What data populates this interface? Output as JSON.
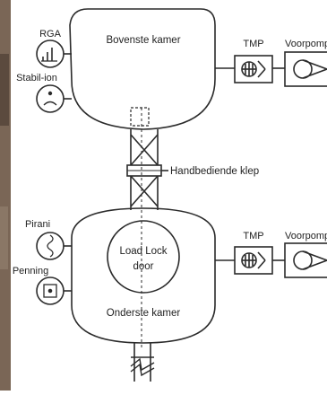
{
  "diagram": {
    "upper_chamber": "Bovenste kamer",
    "lower_chamber": "Onderste kamer",
    "valve": "Handbediende klep",
    "load_lock_line1": "Load Lock",
    "load_lock_line2": "door",
    "gauges": {
      "rga": "RGA",
      "stabil_ion": "Stabil-ion",
      "pirani": "Pirani",
      "penning": "Penning"
    },
    "pumps": {
      "tmp_top": "TMP",
      "fore_top": "Voorpomp",
      "tmp_bottom": "TMP",
      "fore_bottom": "Voorpomp"
    }
  },
  "colors": {
    "line": "#2b2b2b",
    "background": "#ffffff",
    "photo_edge": "#6b5a4a"
  }
}
